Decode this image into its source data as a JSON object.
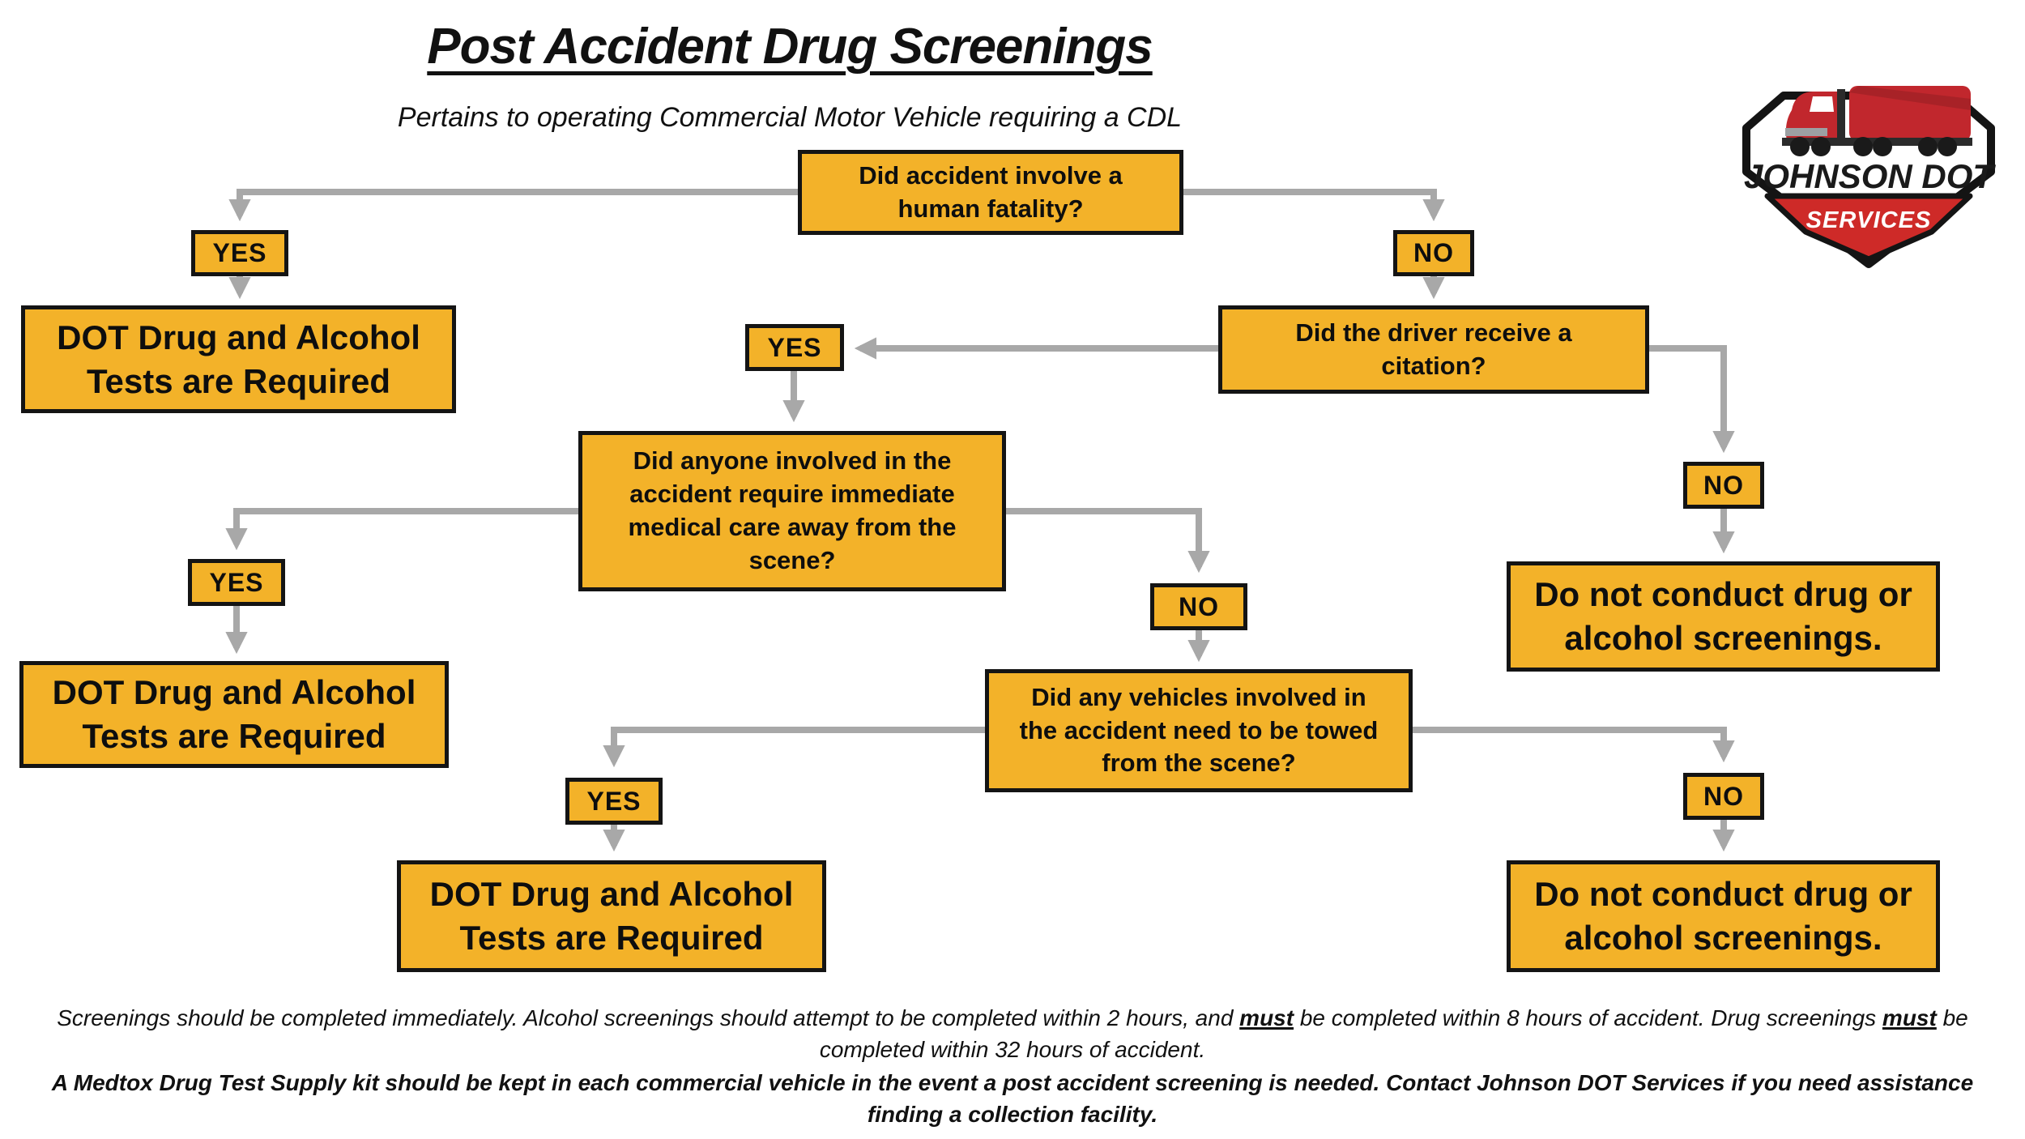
{
  "header": {
    "title": "Post Accident Drug Screenings",
    "subtitle": "Pertains to operating Commercial Motor Vehicle requiring a CDL"
  },
  "logo": {
    "name": "JOHNSON DOT",
    "tagline": "SERVICES"
  },
  "colors": {
    "box_fill": "#F3B229",
    "box_border": "#141414",
    "connector_gray": "#A8A8A8",
    "logo_red": "#CE2A28"
  },
  "flowchart": {
    "yes": "YES",
    "no": "NO",
    "q_fatality": "Did accident involve a human fatality?",
    "q_citation": "Did the driver receive a citation?",
    "q_medical": "Did anyone involved in the accident require immediate medical care away from the scene?",
    "q_towed": "Did any vehicles involved in the accident need to be towed from the scene?",
    "required": "DOT Drug and Alcohol Tests are Required",
    "not_required": "Do not conduct drug or alcohol screenings."
  },
  "footnotes": {
    "line1_part1": "Screenings should be completed immediately. Alcohol screenings should attempt to be completed within 2 hours, and ",
    "line1_must1": "must",
    "line1_part2": " be completed within 8 hours of accident. Drug screenings ",
    "line1_must2": "must",
    "line1_part3": " be completed within 32 hours of accident.",
    "line2": "A Medtox Drug Test Supply kit should be kept in each commercial vehicle in the event a post accident screening is needed. Contact Johnson DOT Services if you need assistance finding a collection facility."
  }
}
